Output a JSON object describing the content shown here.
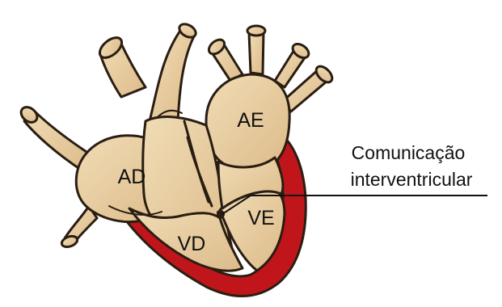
{
  "diagram": {
    "labels": {
      "right_atrium": "AD",
      "left_atrium": "AE",
      "right_ventricle": "VD",
      "left_ventricle": "VE"
    },
    "callout": {
      "line1": "Comunicação",
      "line2": "interventricular"
    }
  },
  "colors": {
    "tissue": "#e9cfa3",
    "tissue_shadow": "#d4b483",
    "outline": "#2a1d12",
    "myocardium": "#c0161b",
    "background": "#ffffff"
  }
}
